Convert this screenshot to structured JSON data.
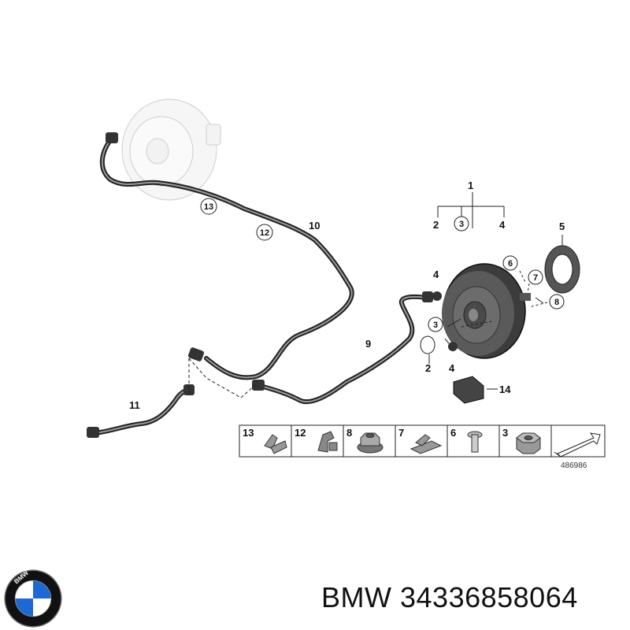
{
  "diagram": {
    "callouts": {
      "n1": "1",
      "n2a": "2",
      "n3a": "3",
      "n4a": "4",
      "n5": "5",
      "n6": "6",
      "n7": "7",
      "n8": "8",
      "n4b": "4",
      "n3b": "3",
      "n2b": "2",
      "n4c": "4",
      "n9": "9",
      "n10": "10",
      "n11": "11",
      "n12": "12",
      "n13": "13",
      "n14": "14"
    },
    "legend": {
      "items": [
        {
          "number": "13",
          "part": "clip"
        },
        {
          "number": "12",
          "part": "clamp"
        },
        {
          "number": "8",
          "part": "flange-nut"
        },
        {
          "number": "7",
          "part": "spring-clip"
        },
        {
          "number": "6",
          "part": "pin"
        },
        {
          "number": "3",
          "part": "hex-nut"
        }
      ],
      "direction_icon": "arrow-icon"
    },
    "reference_number": "486986"
  },
  "brand": {
    "logo_icon": "bmw-logo-icon",
    "logo_text": "BMW",
    "name": "BMW",
    "part_number": "34336858064",
    "colors": {
      "blue": "#1c69d4",
      "ring": "#111111"
    }
  }
}
